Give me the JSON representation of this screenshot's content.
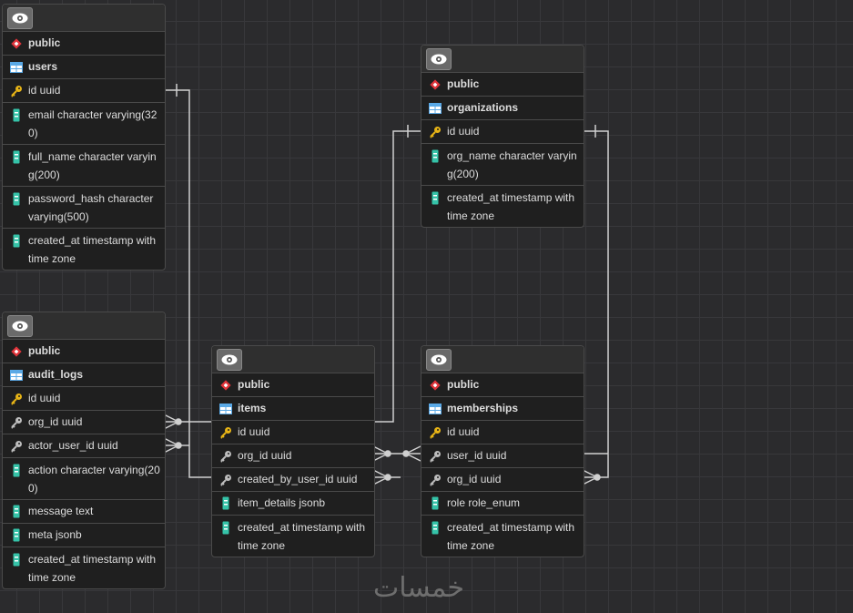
{
  "tables": [
    {
      "id": "users",
      "schema": "public",
      "name": "users",
      "columns": [
        {
          "text": "id uuid",
          "icon": "primary-key-icon"
        },
        {
          "text": "email character varying(320)",
          "icon": "column-icon"
        },
        {
          "text": "full_name character varying(200)",
          "icon": "column-icon"
        },
        {
          "text": "password_hash character varying(500)",
          "icon": "column-icon"
        },
        {
          "text": "created_at timestamp with time zone",
          "icon": "column-icon"
        }
      ]
    },
    {
      "id": "audit_logs",
      "schema": "public",
      "name": "audit_logs",
      "columns": [
        {
          "text": "id uuid",
          "icon": "primary-key-icon"
        },
        {
          "text": "org_id uuid",
          "icon": "foreign-key-icon"
        },
        {
          "text": "actor_user_id uuid",
          "icon": "foreign-key-icon"
        },
        {
          "text": "action character varying(200)",
          "icon": "column-icon"
        },
        {
          "text": "message text",
          "icon": "column-icon"
        },
        {
          "text": "meta jsonb",
          "icon": "column-icon"
        },
        {
          "text": "created_at timestamp with time zone",
          "icon": "column-icon"
        }
      ]
    },
    {
      "id": "items",
      "schema": "public",
      "name": "items",
      "columns": [
        {
          "text": "id uuid",
          "icon": "primary-key-icon"
        },
        {
          "text": "org_id uuid",
          "icon": "foreign-key-icon"
        },
        {
          "text": "created_by_user_id uuid",
          "icon": "foreign-key-icon"
        },
        {
          "text": "item_details jsonb",
          "icon": "column-icon"
        },
        {
          "text": "created_at timestamp with time zone",
          "icon": "column-icon"
        }
      ]
    },
    {
      "id": "organizations",
      "schema": "public",
      "name": "organizations",
      "columns": [
        {
          "text": "id uuid",
          "icon": "primary-key-icon"
        },
        {
          "text": "org_name character varying(200)",
          "icon": "column-icon"
        },
        {
          "text": "created_at timestamp with time zone",
          "icon": "column-icon"
        }
      ]
    },
    {
      "id": "memberships",
      "schema": "public",
      "name": "memberships",
      "columns": [
        {
          "text": "id uuid",
          "icon": "primary-key-icon"
        },
        {
          "text": "user_id uuid",
          "icon": "foreign-key-icon"
        },
        {
          "text": "org_id uuid",
          "icon": "foreign-key-icon"
        },
        {
          "text": "role role_enum",
          "icon": "column-icon"
        },
        {
          "text": "created_at timestamp with time zone",
          "icon": "column-icon"
        }
      ]
    }
  ],
  "watermark": "خمسات",
  "colors": {
    "schema": "#e0333a",
    "table": "#5aa9e6",
    "key": "#e7b416",
    "fk": "#bdbdbd",
    "column": "#35c3a8"
  }
}
